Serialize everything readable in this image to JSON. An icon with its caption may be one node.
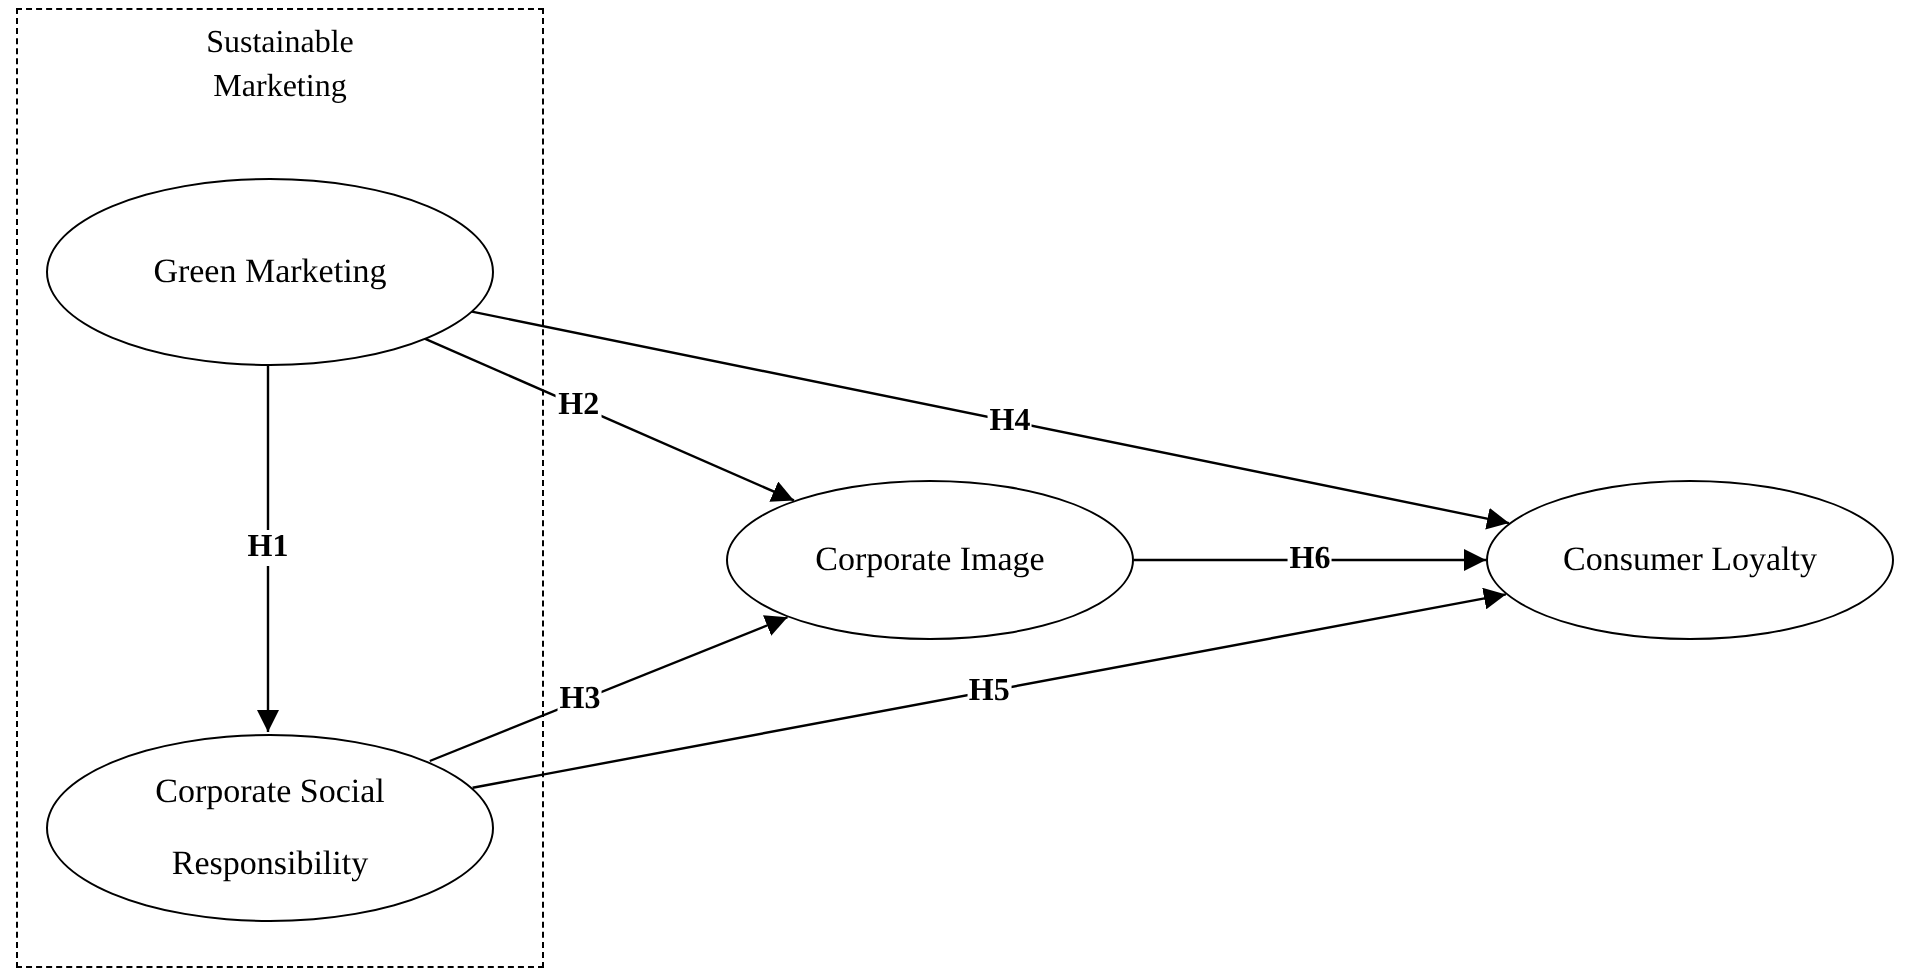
{
  "diagram": {
    "nodes": [
      {
        "text": [
          "Sustainable Marketing"
        ]
      },
      {
        "text": [
          "Green Marketing"
        ],
        "in": 0
      },
      {
        "text": [
          "Corporate Social Responsibility"
        ],
        "in": 0
      },
      {
        "text": [
          "Corporate Image"
        ]
      },
      {
        "text": [
          "Consumer Loyalty"
        ]
      }
    ],
    "edges": [
      {
        "from": 1,
        "to": 2,
        "arrow": "to",
        "label": "H1"
      },
      {
        "from": 1,
        "to": 3,
        "arrow": "to",
        "label": "H2"
      },
      {
        "from": 2,
        "to": 3,
        "arrow": "to",
        "label": "H3"
      },
      {
        "from": 1,
        "to": 4,
        "arrow": "to",
        "label": "H4"
      },
      {
        "from": 2,
        "to": 4,
        "arrow": "to",
        "label": "H5"
      },
      {
        "from": 3,
        "to": 4,
        "arrow": "to",
        "label": "H6"
      }
    ]
  }
}
